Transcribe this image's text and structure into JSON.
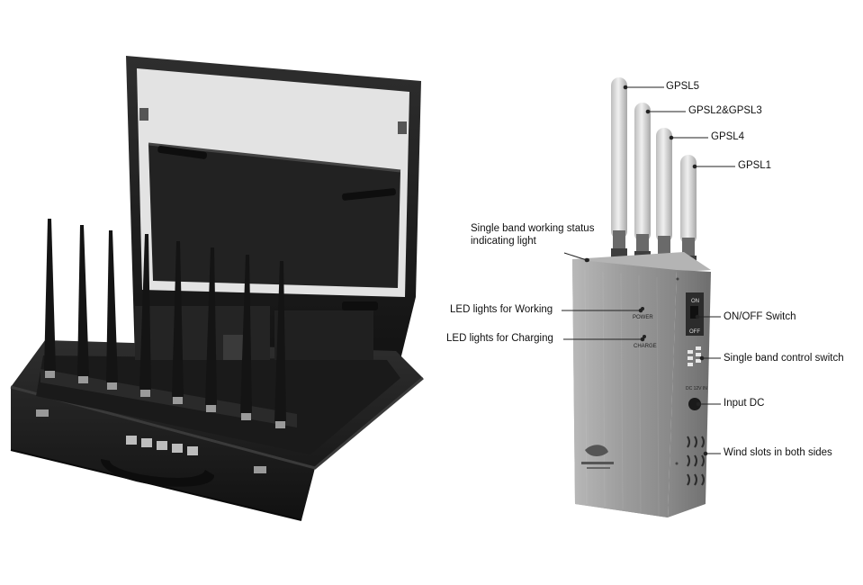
{
  "labels": {
    "gpsl5": "GPSL5",
    "gpsl23": "GPSL2&GPSL3",
    "gpsl4": "GPSL4",
    "gpsl1": "GPSL1",
    "status_light_line1": "Single band working status",
    "status_light_line2": "indicating light",
    "led_working": "LED lights for Working",
    "led_charging": "LED lights for Charging",
    "onoff_switch": "ON/OFF Switch",
    "band_control": "Single band control switch",
    "input_dc": "Input DC",
    "wind_slots": "Wind slots in both sides"
  },
  "device_markings": {
    "power": "POWER",
    "charge": "CHARGE",
    "on": "ON",
    "off": "OFF",
    "dc": "DC 12V IN"
  },
  "colors": {
    "case_leather": "#1c1c1c",
    "case_lining": "#e6e6e6",
    "antenna_black": "#141414",
    "device_metal": "#9a9a9a",
    "antenna_white": "#d9d9d9",
    "leader_line": "#222222"
  }
}
